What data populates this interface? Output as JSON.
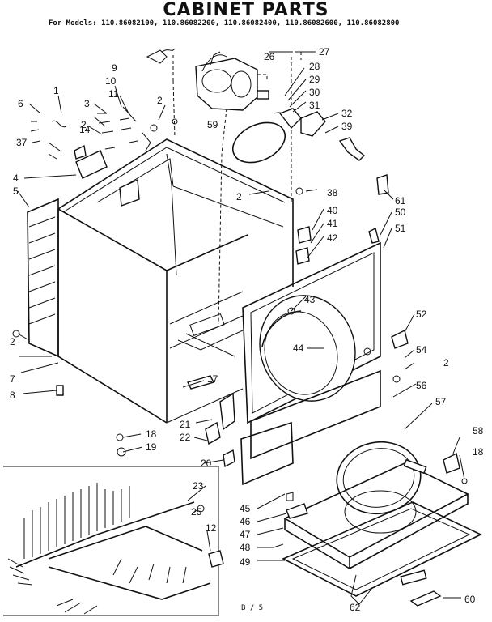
{
  "title": "CABINET PARTS",
  "models_line": "For Models: 110.86082100, 110.86082200, 110.86082400, 110.86082600, 110.86082800",
  "page_number": "B / 5",
  "callouts": [
    {
      "id": "c1",
      "text": "1"
    },
    {
      "id": "c2a",
      "text": "2"
    },
    {
      "id": "c2b",
      "text": "2"
    },
    {
      "id": "c2c",
      "text": "2"
    },
    {
      "id": "c2d",
      "text": "2"
    },
    {
      "id": "c2e",
      "text": "2"
    },
    {
      "id": "c3",
      "text": "3"
    },
    {
      "id": "c4",
      "text": "4"
    },
    {
      "id": "c5",
      "text": "5"
    },
    {
      "id": "c6",
      "text": "6"
    },
    {
      "id": "c7",
      "text": "7"
    },
    {
      "id": "c8",
      "text": "8"
    },
    {
      "id": "c9",
      "text": "9"
    },
    {
      "id": "c10",
      "text": "10"
    },
    {
      "id": "c11",
      "text": "11"
    },
    {
      "id": "c12",
      "text": "12"
    },
    {
      "id": "c14",
      "text": "14"
    },
    {
      "id": "c17",
      "text": "17"
    },
    {
      "id": "c18a",
      "text": "18"
    },
    {
      "id": "c18b",
      "text": "18"
    },
    {
      "id": "c19",
      "text": "19"
    },
    {
      "id": "c20",
      "text": "20"
    },
    {
      "id": "c21",
      "text": "21"
    },
    {
      "id": "c22",
      "text": "22"
    },
    {
      "id": "c23",
      "text": "23"
    },
    {
      "id": "c25",
      "text": "25"
    },
    {
      "id": "c26",
      "text": "26"
    },
    {
      "id": "c27",
      "text": "27"
    },
    {
      "id": "c28",
      "text": "28"
    },
    {
      "id": "c29",
      "text": "29"
    },
    {
      "id": "c30",
      "text": "30"
    },
    {
      "id": "c31",
      "text": "31"
    },
    {
      "id": "c32",
      "text": "32"
    },
    {
      "id": "c37",
      "text": "37"
    },
    {
      "id": "c38",
      "text": "38"
    },
    {
      "id": "c39",
      "text": "39"
    },
    {
      "id": "c40",
      "text": "40"
    },
    {
      "id": "c41",
      "text": "41"
    },
    {
      "id": "c42",
      "text": "42"
    },
    {
      "id": "c43",
      "text": "43"
    },
    {
      "id": "c44",
      "text": "44"
    },
    {
      "id": "c45",
      "text": "45"
    },
    {
      "id": "c46",
      "text": "46"
    },
    {
      "id": "c47",
      "text": "47"
    },
    {
      "id": "c48",
      "text": "48"
    },
    {
      "id": "c49",
      "text": "49"
    },
    {
      "id": "c50",
      "text": "50"
    },
    {
      "id": "c51",
      "text": "51"
    },
    {
      "id": "c52",
      "text": "52"
    },
    {
      "id": "c54",
      "text": "54"
    },
    {
      "id": "c56",
      "text": "56"
    },
    {
      "id": "c57",
      "text": "57"
    },
    {
      "id": "c58",
      "text": "58"
    },
    {
      "id": "c59",
      "text": "59"
    },
    {
      "id": "c60",
      "text": "60"
    },
    {
      "id": "c61",
      "text": "61"
    },
    {
      "id": "c62",
      "text": "62"
    }
  ]
}
